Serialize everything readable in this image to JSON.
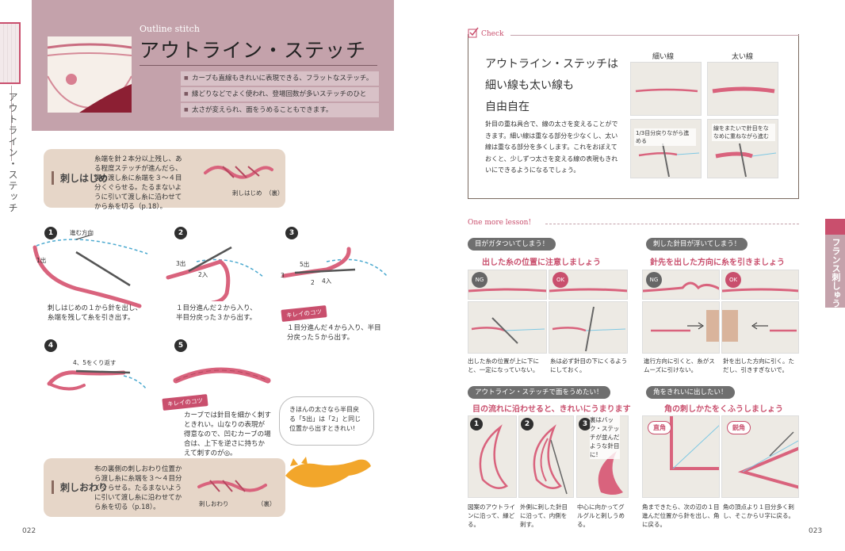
{
  "left_tab": {
    "title": "アウトライン・ステッチ"
  },
  "header": {
    "subtitle": "Outline stitch",
    "title": "アウトライン・ステッチ",
    "bullets": [
      "カーブも直線もきれいに表現できる、フラットなステッチ。",
      "縁どりなどでよく使われ、登場回数が多いステッチのひとつ。",
      "太さが変えられ、面をうめることもできます。"
    ]
  },
  "start": {
    "label": "刺しはじめ",
    "text": "糸端を針２本分以上残し、ある程度ステッチが進んだら、裏の渡し糸に糸端を３〜４目分くぐらせる。たるまないように引いて渡し糸に沿わせてから糸を切る（p.18）。",
    "caption": "刺しはじめ",
    "back": "（裏）"
  },
  "steps": [
    {
      "num": "1",
      "labels": [
        "進む方向",
        "1出"
      ],
      "text": "刺しはじめの１から針を出し、糸端を残して糸を引き出す。"
    },
    {
      "num": "2",
      "labels": [
        "3出",
        "2入"
      ],
      "text": "１目分進んだ２から入り、半目分戻った３から出す。"
    },
    {
      "num": "3",
      "labels": [
        "5出",
        "3",
        "2",
        "4入"
      ],
      "text": "１目分進んだ４から入り、半目分戻った５から出す。"
    },
    {
      "num": "4",
      "labels": [
        "4、5をくり返す"
      ],
      "text": ""
    },
    {
      "num": "5",
      "labels": [],
      "text": "カーブでは針目を細かく刺すときれい。山なりの表現が得意なので、凹むカーブの場合は、上下を逆さに持ちかえて刺すのが◎。"
    }
  ],
  "tip_badge": "キレイのコツ",
  "bubble": "きほんの太さなら半目戻る「5出」は「2」と同じ位置から出すときれい!",
  "end": {
    "label": "刺しおわり",
    "text": "布の裏側の刺しおわり位置から渡し糸に糸端を３〜４目分くぐらせる。たるまないように引いて渡し糸に沿わせてから糸を切る（p.18）。",
    "caption": "刺しおわり",
    "back": "（裏）"
  },
  "page_left": "022",
  "page_right": "023",
  "check": {
    "label": "Check",
    "heading": [
      "アウトライン・ステッチは",
      "細い線も太い線も",
      "自由自在"
    ],
    "body": "針目の重ね具合で、線の太さを変えることができます。細い線は重なる部分を少なくし、太い線は重なる部分を多くします。これをおぼえておくと、少しずつ太さを変える線の表現もきれいにできるようになるでしょう。",
    "thin_label": "細い線",
    "thick_label": "太い線",
    "thin_caption": "1/3目分戻りながら進める",
    "thick_caption": "線をまたいで針目をななめに重ねながら進む"
  },
  "lesson": {
    "label": "One more lesson!",
    "q1": {
      "pill": "目がガタついてしまう！",
      "head": "出した糸の位置に注意しましょう",
      "ng": "NG",
      "ok": "OK",
      "note_left": "出した糸の位置が上に下にと、一定になっていない。",
      "note_right": "糸は必ず針目の下にくるようにしておく。"
    },
    "q2": {
      "pill": "刺した針目が浮いてしまう！",
      "head": "針先を出した方向に糸を引きましょう",
      "ng": "NG",
      "ok": "OK",
      "note_left": "進行方向に引くと、糸がスムーズに引けない。",
      "note_right": "針を出した方向に引く。ただし、引きすぎないで。"
    },
    "q3": {
      "pill": "アウトライン・ステッチで面をうめたい！",
      "head": "目の流れに沿わせると、きれいにうまります",
      "num1": "1",
      "num2": "2",
      "num3": "3",
      "side_note": "裏はバック・ステッチが並んだような針目に!",
      "note1": "図案のアウトラインに沿って、縁どる。",
      "note2": "外側に刺した針目に沿って、内側を刺す。",
      "note3": "中心に向かってグルグルと刺しうめる。"
    },
    "q4": {
      "pill": "角をきれいに出したい！",
      "head": "角の刺しかたをくふうしましょう",
      "badge1": "直角",
      "badge2": "鋭角",
      "note_left": "角まできたら、次の辺の１目進んだ位置から針を出し、角に戻る。",
      "note_right": "角の頂点より１目分多く刺し、そこからＵ字に戻る。"
    }
  },
  "side_tab": {
    "label": "フランス刺しゅう"
  },
  "colors": {
    "accent_pink": "#c94f6d",
    "mauve": "#c4a2ab",
    "beige": "#e6d6c8"
  }
}
